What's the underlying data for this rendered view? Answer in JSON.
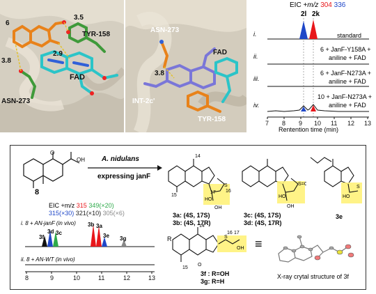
{
  "top_left_panel": {
    "labels": {
      "ligand": "6",
      "tyr": "TYR-158",
      "fad": "FAD",
      "asn": "ASN-273",
      "dist1": "3.5",
      "dist2": "2.9",
      "dist3": "3.8"
    }
  },
  "top_mid_panel": {
    "labels": {
      "asn": "ASN-273",
      "dist": "3.8",
      "fad": "FAD",
      "int": "INT-2c'",
      "tyr": "TYR-158"
    }
  },
  "top_right_panel": {
    "eic_prefix": "EIC +",
    "mz_label": "m/z",
    "mz1": "304",
    "mz2": "336",
    "peak_labels": [
      "2l",
      "2k"
    ],
    "rows": [
      {
        "roman": "i.",
        "cond_line1": "standard",
        "cond_line2": ""
      },
      {
        "roman": "ii.",
        "cond_line1": "6 + JanF-Y158A +",
        "cond_line2": "aniline + FAD"
      },
      {
        "roman": "iii.",
        "cond_line1": "6 + JanF-N273A +",
        "cond_line2": "aniline + FAD"
      },
      {
        "roman": "iv.",
        "cond_line1": "10 + JanF-N273A +",
        "cond_line2": "aniline + FAD"
      }
    ],
    "x_axis_label": "Rentention time (min)",
    "x_ticks": [
      "7",
      "8",
      "9",
      "10",
      "11",
      "12",
      "13"
    ]
  },
  "bottom_panel": {
    "substrate_label": "8",
    "arrow_top": "A. nidulans",
    "arrow_bottom": "expressing janF",
    "compounds": [
      {
        "id": "3a",
        "text": "3a: (4S, 17S)"
      },
      {
        "id": "3b",
        "text": "3b: (4S, 17R)"
      },
      {
        "id": "3c",
        "text": "3c: (4S, 17S)"
      },
      {
        "id": "3d",
        "text": "3d: (4S, 17R)"
      },
      {
        "id": "3e",
        "text": "3e"
      },
      {
        "id": "3f",
        "text": "3f : R=OH"
      },
      {
        "id": "3g",
        "text": "3g: R=H"
      }
    ],
    "eic": {
      "prefix": "EIC +m/z",
      "items": [
        {
          "text": "315",
          "color": "#e8171b"
        },
        {
          "text": "349(×20)",
          "color": "#2eaa4a"
        },
        {
          "text": "315(×30)",
          "color": "#1f47c8"
        },
        {
          "text": "321(×10)",
          "color": "#222222"
        },
        {
          "text": "305(×6)",
          "color": "#888888"
        }
      ]
    },
    "traces": [
      {
        "label": "i. 8 + AN-janF (in vivo)"
      },
      {
        "label": "ii. 8 + AN-WT (in vivo)"
      }
    ],
    "peak_labels": [
      "3f",
      "3d",
      "3c",
      "3b",
      "3a",
      "3e",
      "3g"
    ],
    "x_ticks": [
      "8",
      "9",
      "10",
      "11",
      "12",
      "13"
    ],
    "xray_caption": "X-ray crytal structure of 3f",
    "r_label": "R",
    "atom_numbers": [
      "14",
      "15",
      "16",
      "17"
    ]
  }
}
